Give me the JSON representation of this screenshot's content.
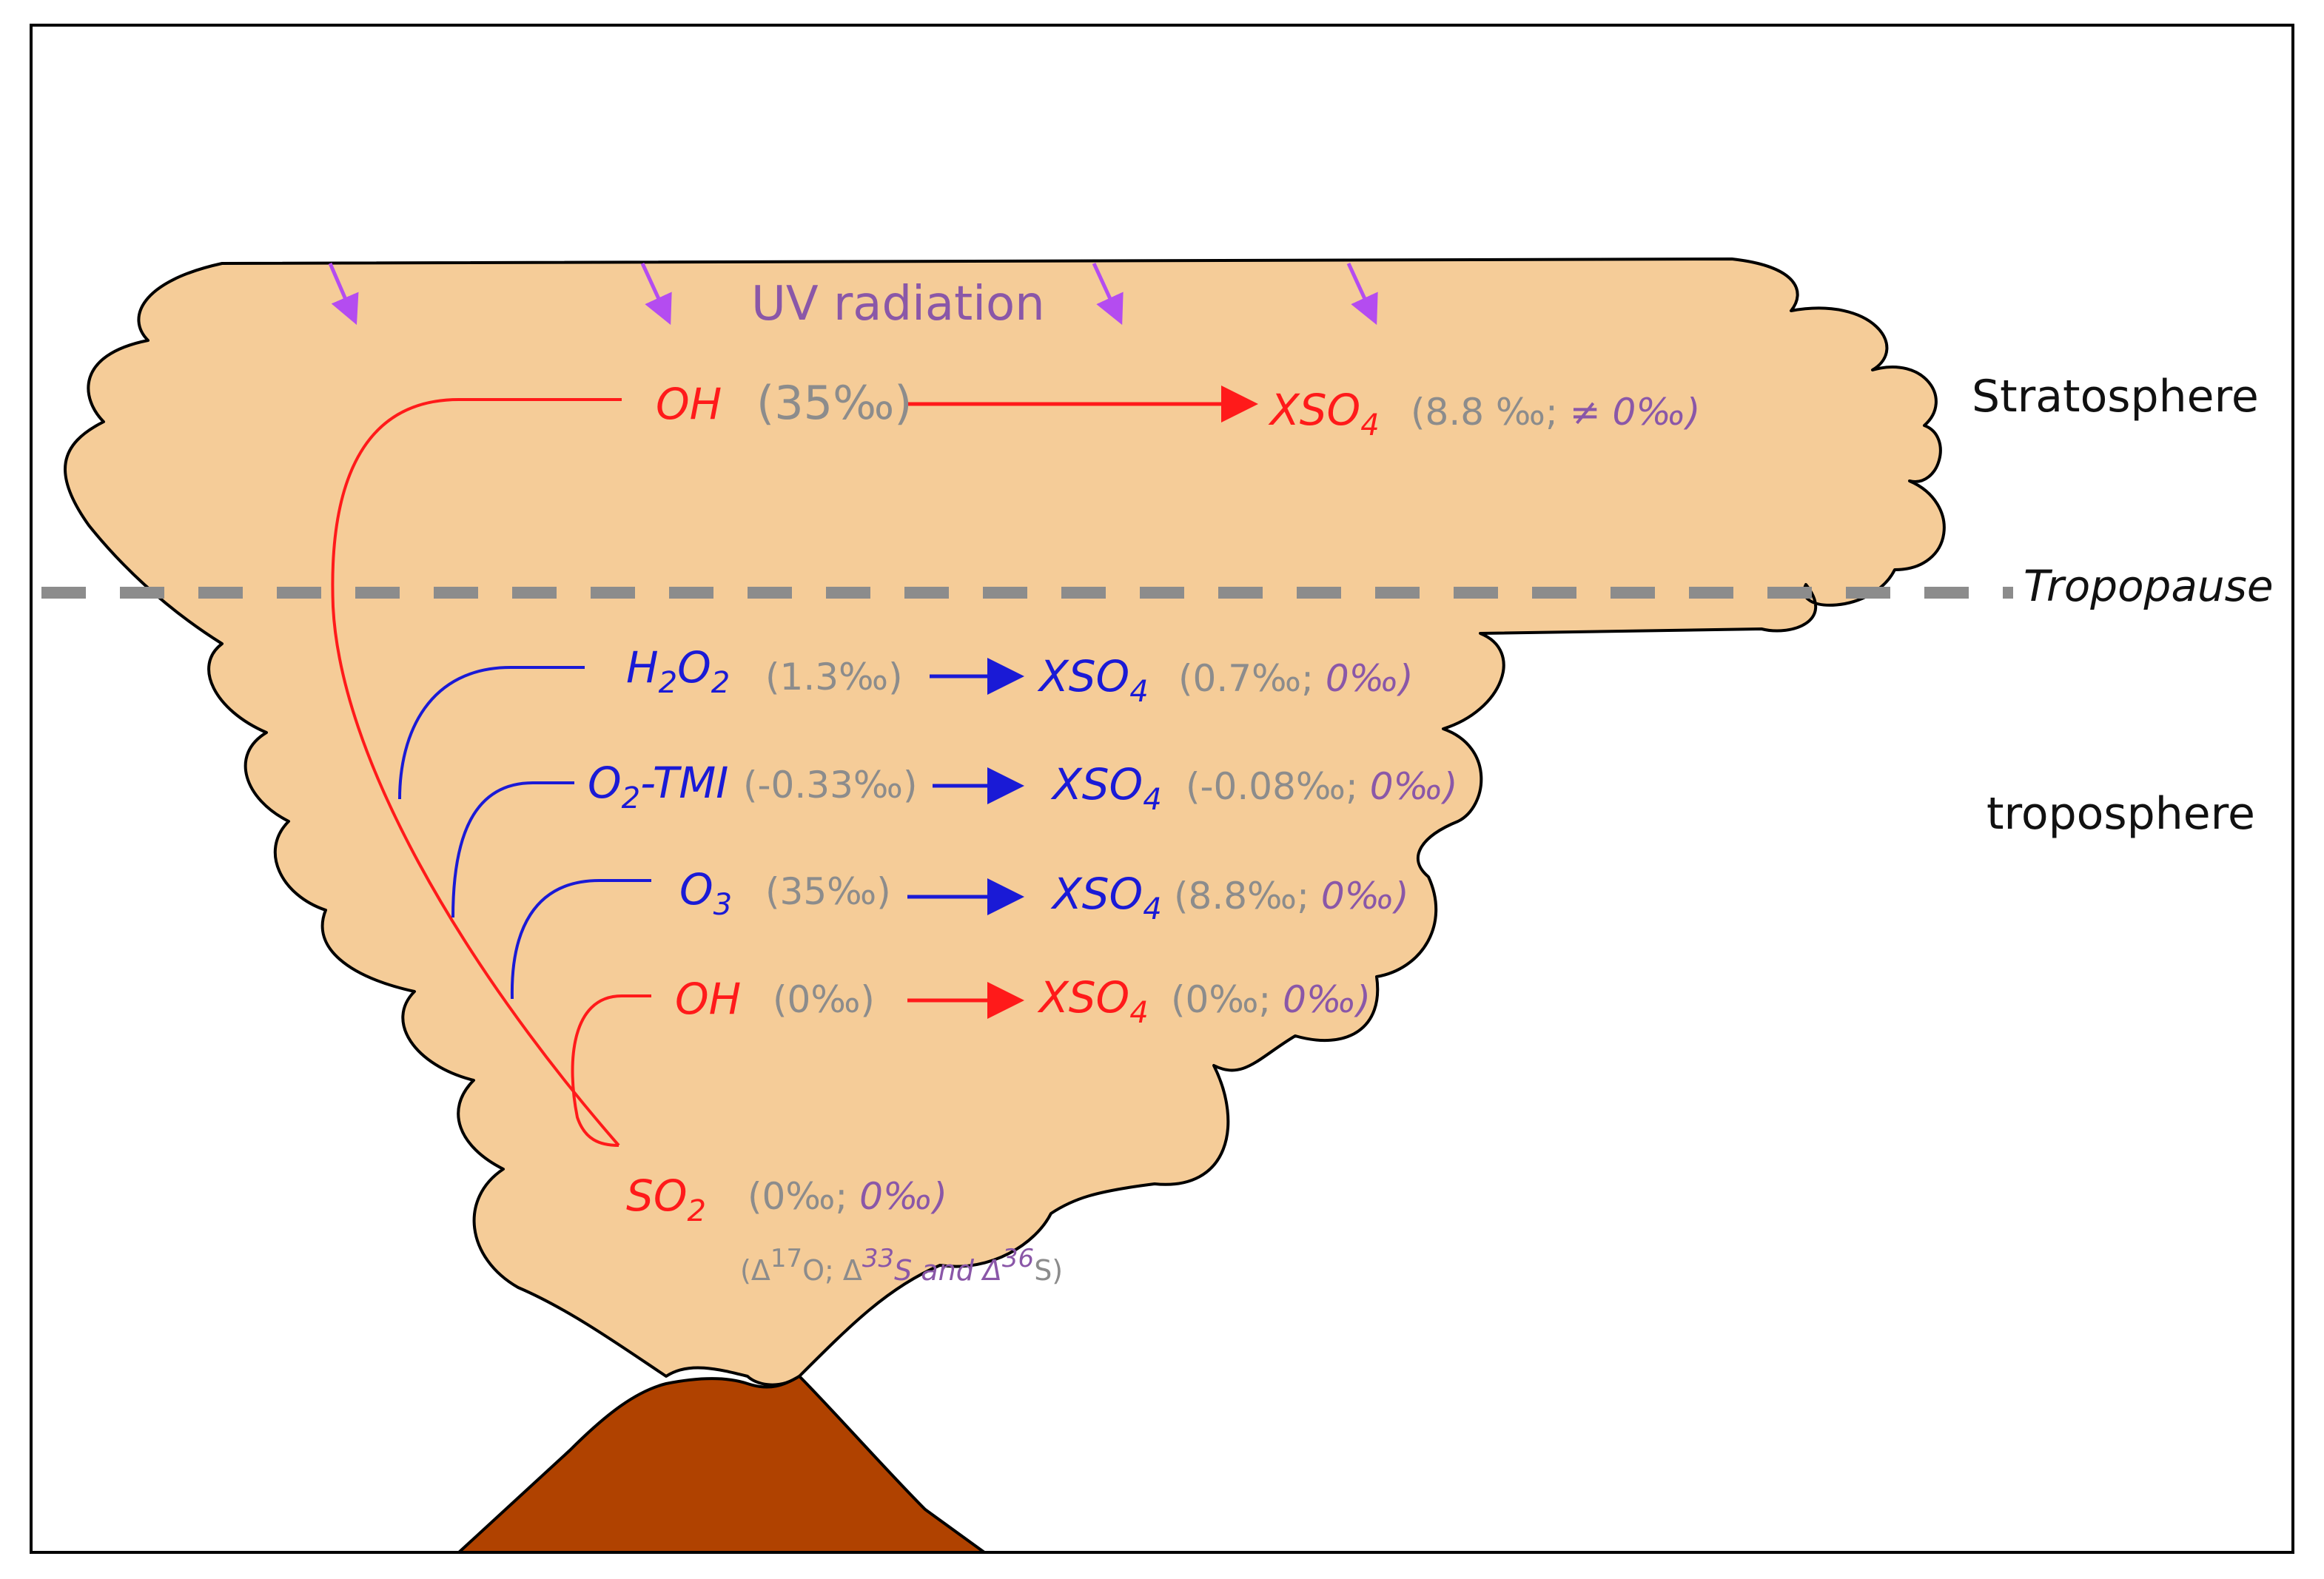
{
  "colors": {
    "plume_fill": "#f5cc98",
    "volcano_fill": "#b04200",
    "frame": "#000000",
    "tropopause_line": "#8c8c8c",
    "red_pathway": "#ff1a1a",
    "blue_pathway": "#1a1ad6",
    "uv_arrow": "#b44cf0",
    "grey_value": "#8c8c8c",
    "purple_value": "#8a57a8"
  },
  "uv": {
    "label": "UV radiation",
    "arrow_icon": "uv-arrow-icon"
  },
  "layers": {
    "stratosphere": "Stratosphere",
    "troposphere": "troposphere",
    "tropopause": "Tropopause"
  },
  "stratosphere_row": {
    "oxidant": "OH",
    "oxidant_value": "(35‰)",
    "product_main": "XSO",
    "product_sub": "4",
    "value_open": "(8.8 ‰; ",
    "value_ital": "≠ 0‰)"
  },
  "rows": [
    {
      "ox_main": "H",
      "ox_sub1": "2",
      "ox_mid": "O",
      "ox_sub2": "2",
      "ox_tail": "",
      "ox_value": "(1.3‰)",
      "prod_main": "XSO",
      "prod_sub": "4",
      "val_open": "(0.7‰; ",
      "val_ital": "0‰)"
    },
    {
      "ox_main": "O",
      "ox_sub1": "2",
      "ox_mid": "-TMI",
      "ox_sub2": "",
      "ox_tail": "",
      "ox_value": "(-0.33‰)",
      "prod_main": "XSO",
      "prod_sub": "4",
      "val_open": "(-0.08‰;  ",
      "val_ital": "0‰)"
    },
    {
      "ox_main": "O",
      "ox_sub1": "3",
      "ox_mid": "",
      "ox_sub2": "",
      "ox_tail": "",
      "ox_value": "(35‰)",
      "prod_main": "XSO",
      "prod_sub": "4",
      "val_open": "(8.8‰; ",
      "val_ital": "0‰)"
    },
    {
      "ox_main": "OH",
      "ox_sub1": "",
      "ox_mid": "",
      "ox_sub2": "",
      "ox_tail": "",
      "ox_value": "(0‰)",
      "prod_main": "XSO",
      "prod_sub": "4",
      "val_open": "(0‰; ",
      "val_ital": "0‰)"
    }
  ],
  "source": {
    "main": "SO",
    "sub": "2",
    "value_open": "(0‰; ",
    "value_ital": "0‰)",
    "legend_open": "(Δ",
    "legend_sup1": "17",
    "legend_mid": "O; Δ",
    "legend_sup2": "33",
    "legend_s_and": "S and Δ",
    "legend_sup3": "36",
    "legend_close": "S)"
  }
}
